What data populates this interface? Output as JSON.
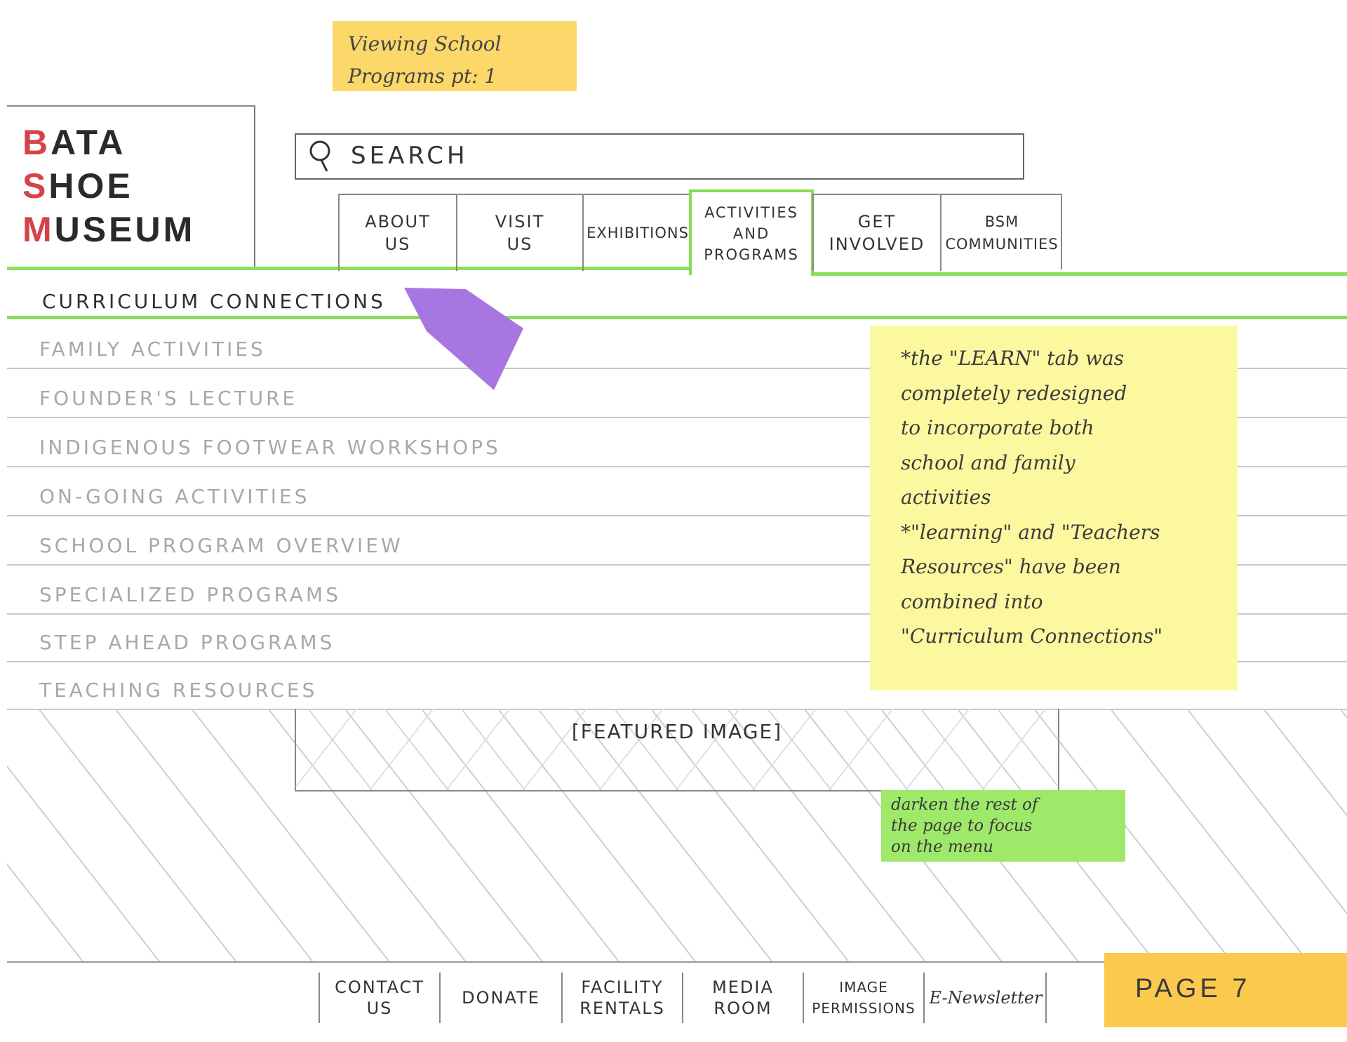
{
  "notes": {
    "title_note": [
      "Viewing School",
      "Programs pt: 1"
    ],
    "learn_note": "*the \"LEARN\" tab was\ncompletely redesigned\nto incorporate both\nschool and family\nactivities\n*\"learning\" and \"Teachers\nResources\" have been\ncombined into\n\"Curriculum Connections\"",
    "darken_note": "darken the rest of\nthe page to focus\non the menu",
    "page_note": "PAGE 7",
    "colors": {
      "orange": "#fcd86a",
      "yellow": "#fcf8a0",
      "green": "#9ee86a",
      "page": "#fbc94e",
      "highlight": "#8be05a",
      "flag": "#a776e0"
    }
  },
  "logo": {
    "lines": [
      {
        "first": "B",
        "rest": "ATA"
      },
      {
        "first": "S",
        "rest": "HOE"
      },
      {
        "first": "M",
        "rest": "USEUM"
      }
    ]
  },
  "search": {
    "icon": "search-icon",
    "label": "SEARCH"
  },
  "nav": {
    "tabs": [
      {
        "label": "ABOUT\nUS"
      },
      {
        "label": "VISIT\nUS"
      },
      {
        "label": "EXHIBITIONS"
      },
      {
        "label": "ACTIVITIES\nAND\nPROGRAMS"
      },
      {
        "label": "GET\nINVOLVED"
      },
      {
        "label": "BSM\nCOMMUNITIES"
      }
    ]
  },
  "menu": {
    "items": [
      "CURRICULUM CONNECTIONS",
      "FAMILY ACTIVITIES",
      "FOUNDER'S LECTURE",
      "INDIGENOUS FOOTWEAR WORKSHOPS",
      "ON-GOING ACTIVITIES",
      "SCHOOL PROGRAM OVERVIEW",
      "SPECIALIZED PROGRAMS",
      "STEP AHEAD PROGRAMS",
      "TEACHING RESOURCES"
    ]
  },
  "featured": {
    "label": "[FEATURED IMAGE]"
  },
  "footer": {
    "items": [
      "CONTACT\nUS",
      "DONATE",
      "FACILITY\nRENTALS",
      "MEDIA\nROOM",
      "IMAGE\nPERMISSIONS",
      "E-Newsletter"
    ]
  }
}
